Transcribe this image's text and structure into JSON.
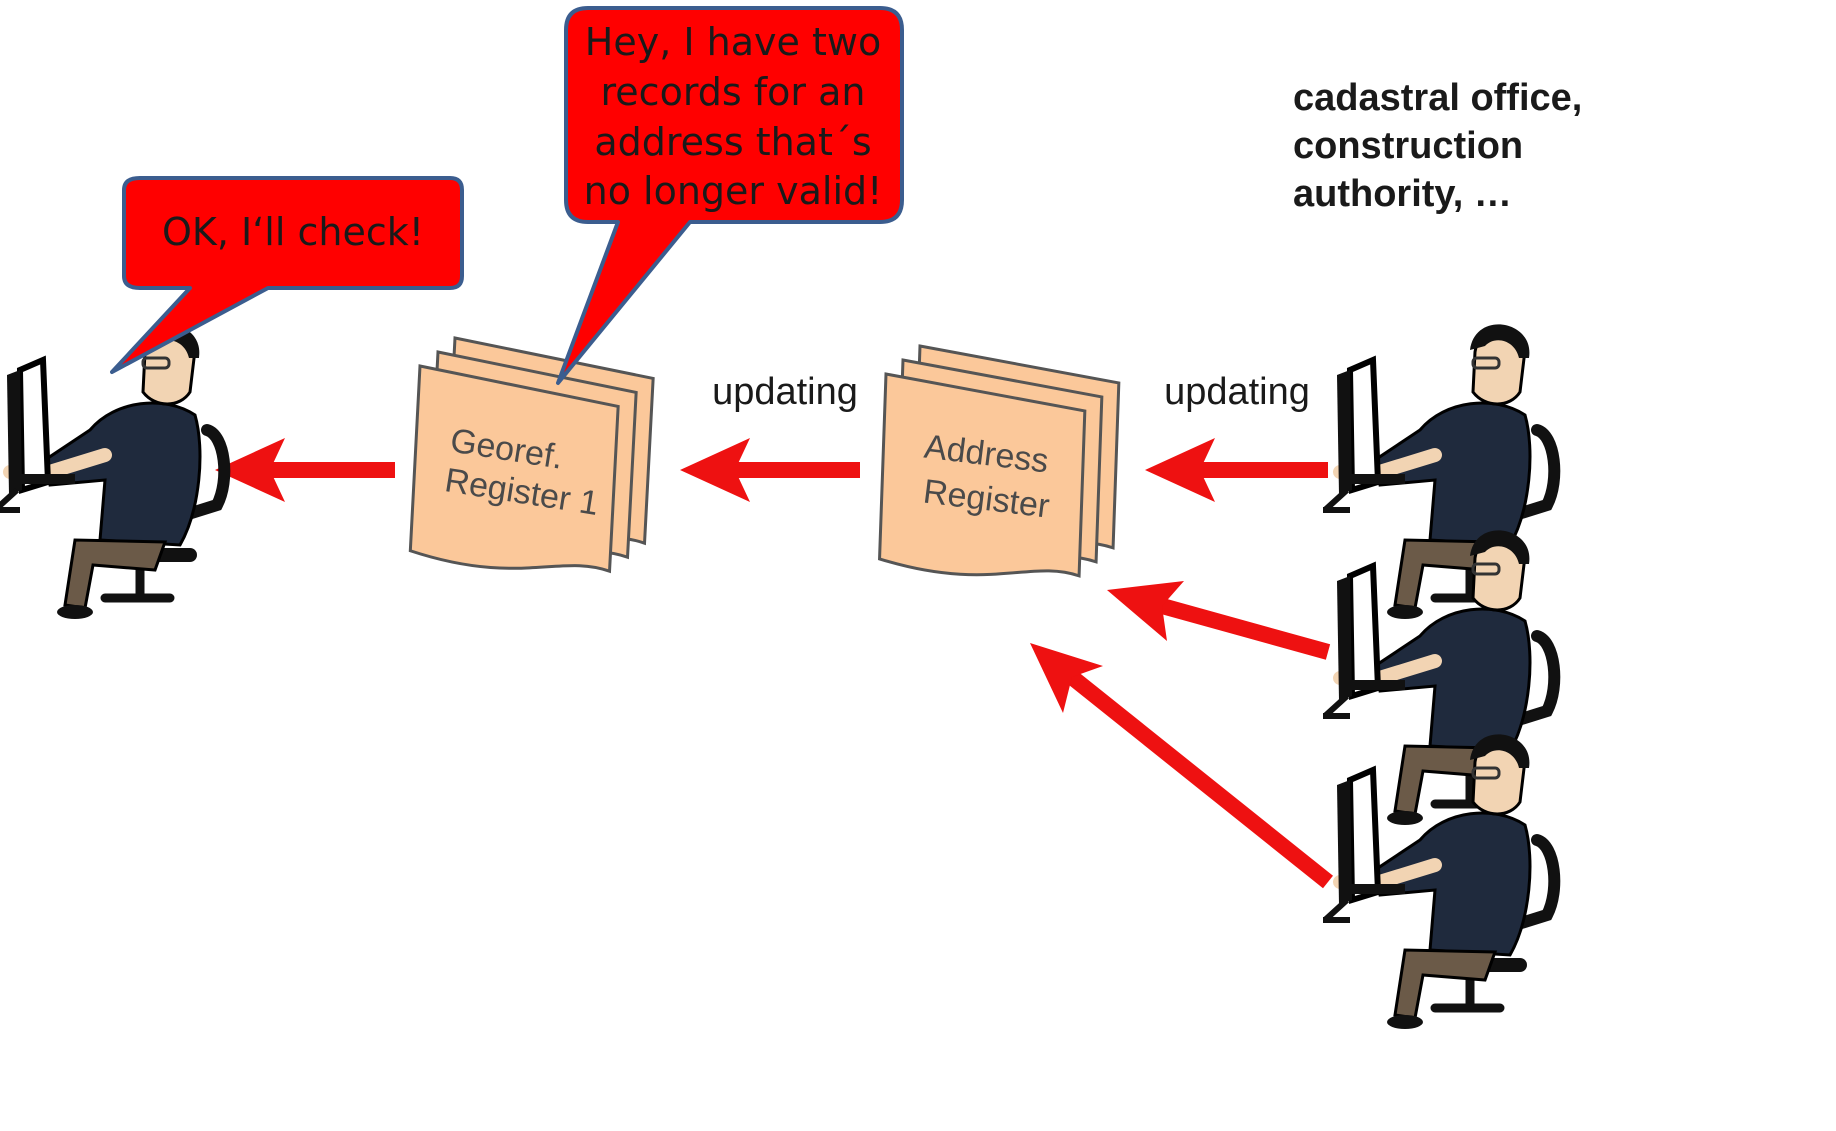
{
  "bubbles": {
    "left": {
      "line1": "OK, I‘ll check!"
    },
    "center": {
      "line1": "Hey, I have two",
      "line2": "records for an",
      "line3": "address that´s",
      "line4": "no longer valid!"
    }
  },
  "documents": {
    "georef": {
      "line1": "Georef.",
      "line2": "Register 1"
    },
    "address": {
      "line1": "Address",
      "line2": "Register"
    }
  },
  "labels": {
    "updating_left": "updating",
    "updating_right": "updating"
  },
  "sources": {
    "line1": "cadastral office,",
    "line2": "construction",
    "line3": "authority, …"
  },
  "colors": {
    "arrow": "#ee1111",
    "bubble_fill": "#ff0000",
    "bubble_stroke": "#3b5d8f",
    "document_fill": "#fbc89a",
    "document_stroke": "#555555"
  },
  "icons": [
    "person-at-computer-icon",
    "document-stack-icon"
  ]
}
